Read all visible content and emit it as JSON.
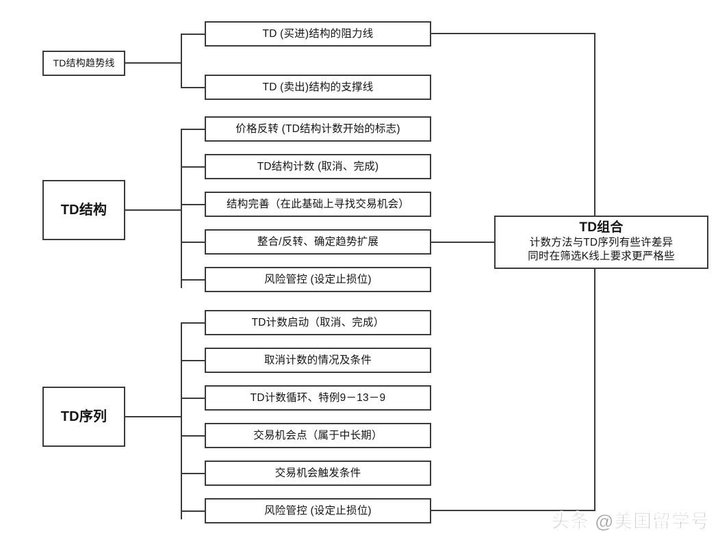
{
  "diagram": {
    "title": "TD Trading System Structure Diagram",
    "colors": {
      "line": "#3a3a3a",
      "text": "#141414",
      "background": "#ffffff",
      "watermark": "#9a9a9a"
    },
    "groups": [
      {
        "root": "TD结构趋势线",
        "children": [
          "TD (买进)结构的阻力线",
          "TD (卖出)结构的支撑线"
        ]
      },
      {
        "root": "TD结构",
        "children": [
          "价格反转 (TD结构计数开始的标志)",
          "TD结构计数 (取消、完成)",
          "结构完善（在此基础上寻找交易机会）",
          "整合/反转、确定趋势扩展",
          "风险管控 (设定止损位)"
        ]
      },
      {
        "root": "TD序列",
        "children": [
          "TD计数启动（取消、完成）",
          "取消计数的情况及条件",
          "TD计数循环、特例9－13－9",
          "交易机会点（属于中长期）",
          "交易机会触发条件",
          "风险管控 (设定止损位)"
        ]
      }
    ],
    "combo": {
      "title": "TD组合",
      "line1": "计数方法与TD序列有些许差异",
      "line2": "同时在筛选K线上要求更严格些"
    },
    "watermark": "头条 @美国留学号"
  }
}
